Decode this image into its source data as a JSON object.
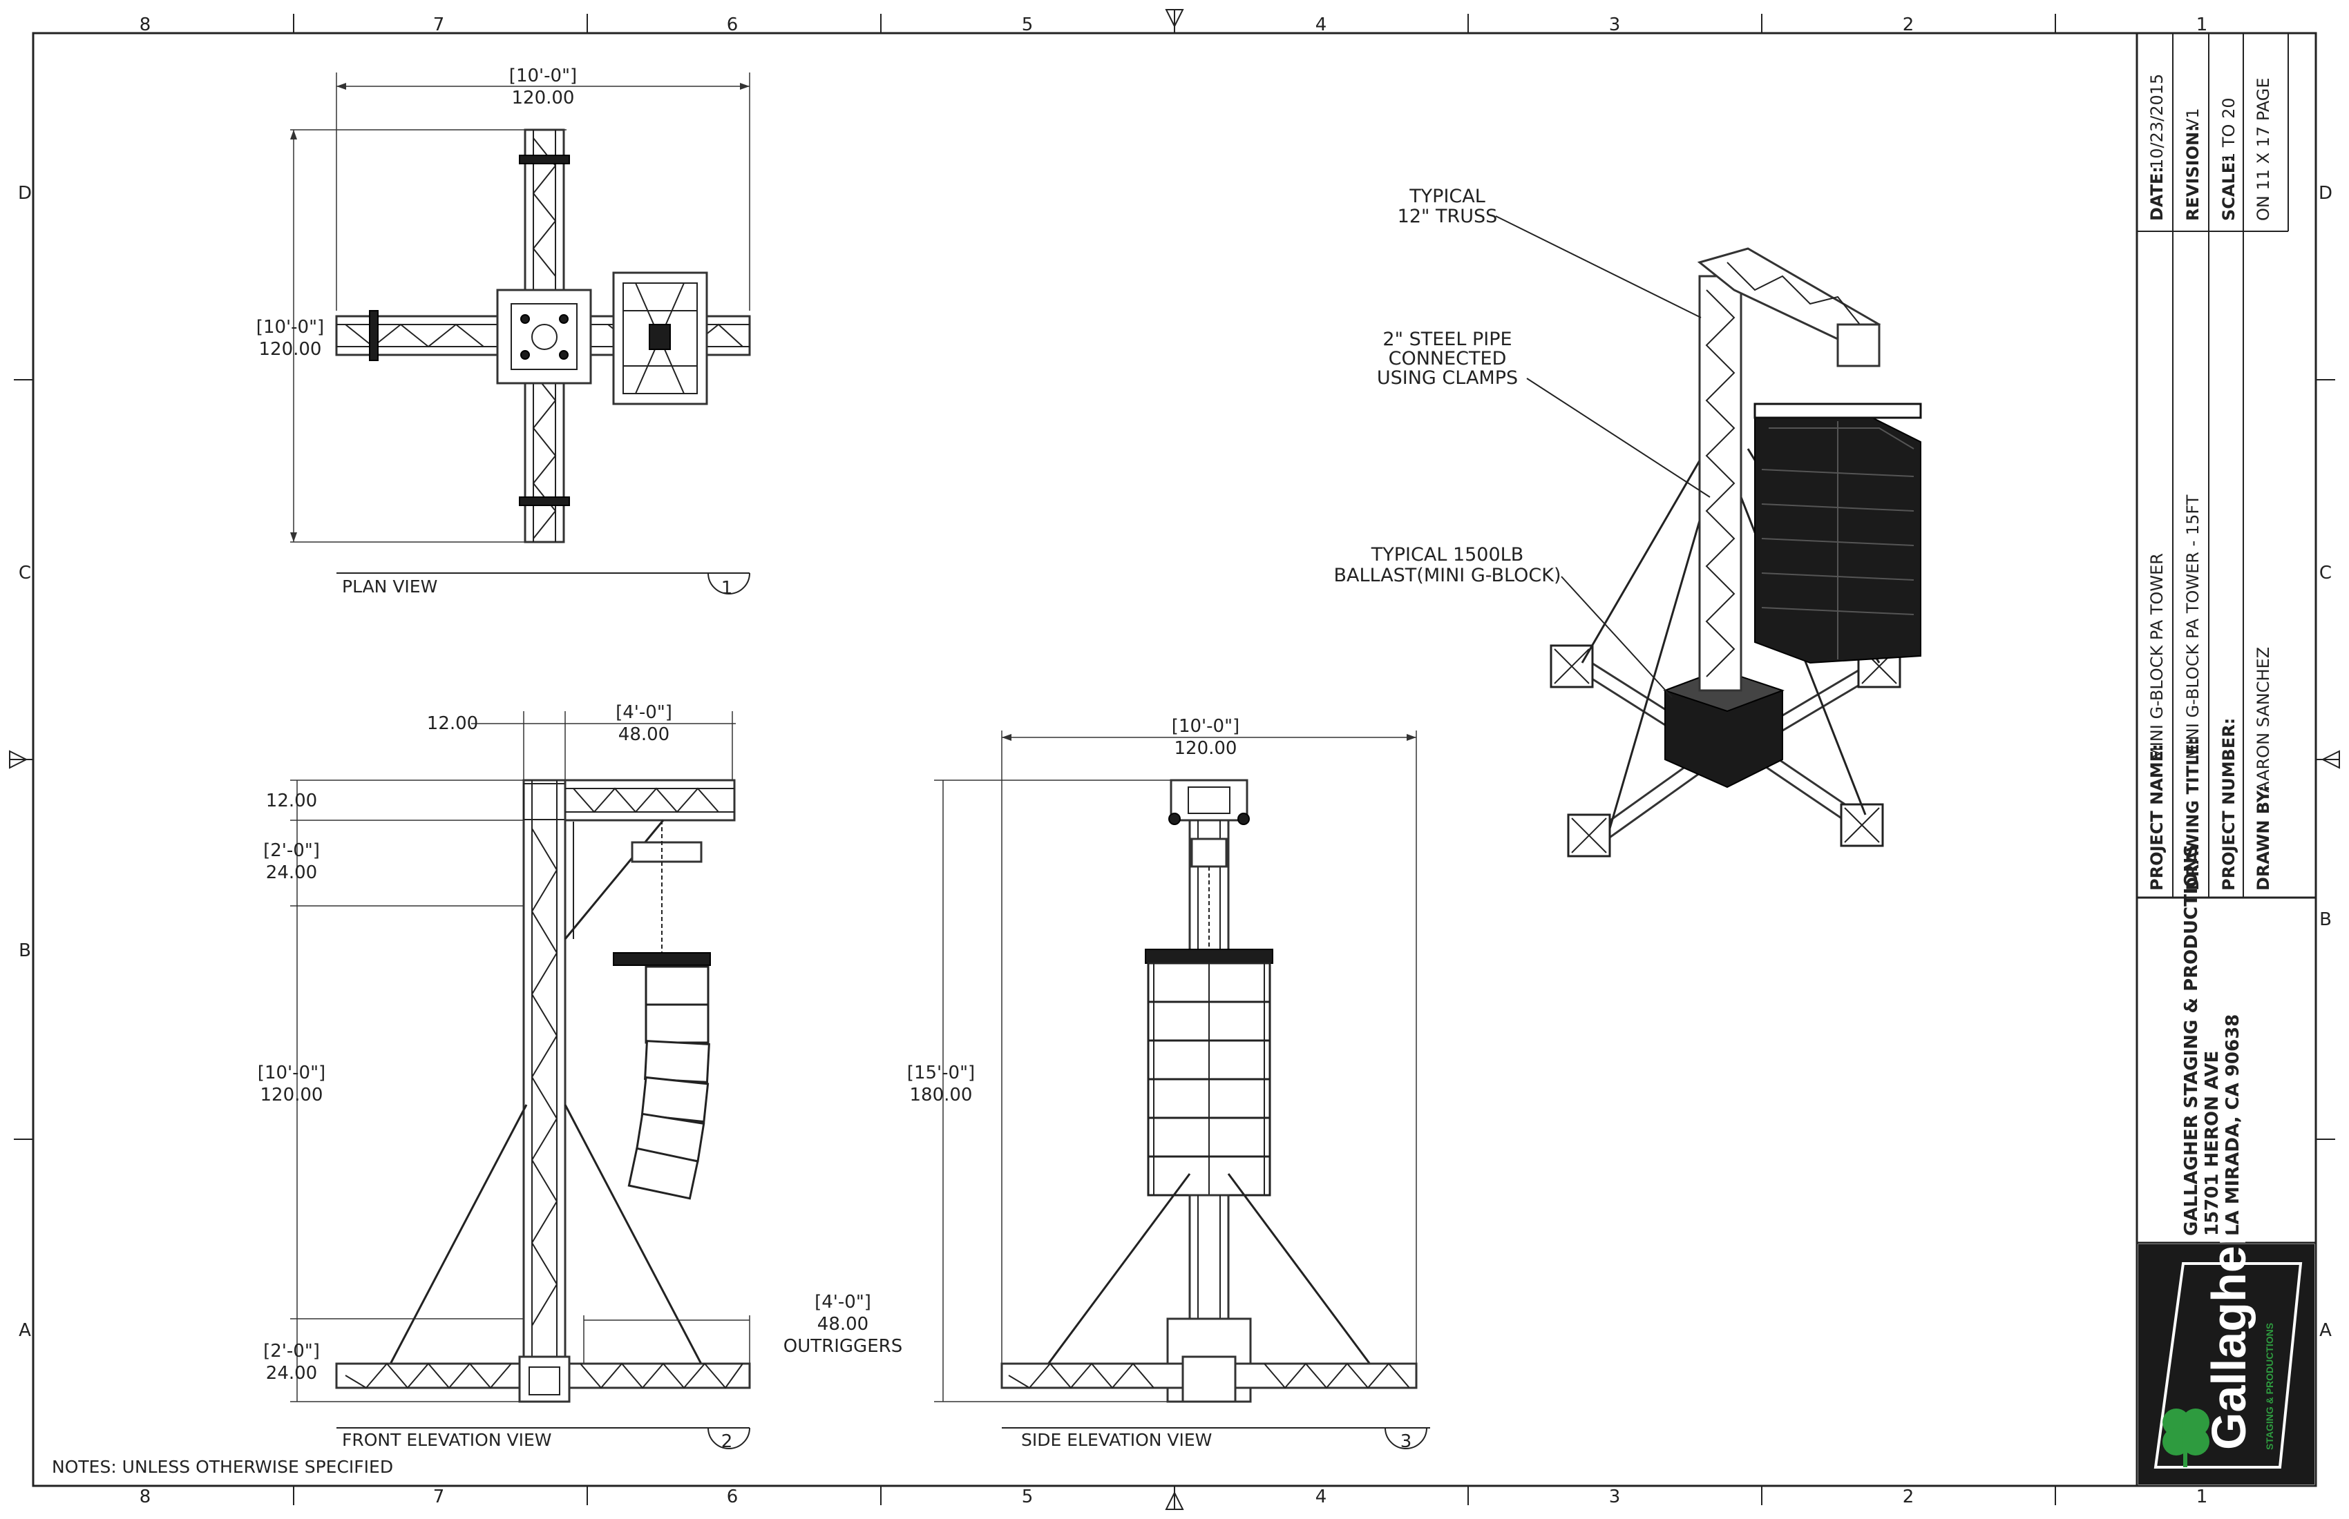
{
  "border": {
    "columns": [
      "8",
      "7",
      "6",
      "5",
      "4",
      "3",
      "2",
      "1"
    ],
    "rows": [
      "D",
      "C",
      "B",
      "A"
    ]
  },
  "plan_view": {
    "label": "PLAN VIEW",
    "number": "1",
    "dim_top_ft": "[10'-0\"]",
    "dim_top_in": "120.00",
    "dim_left_ft": "[10'-0\"]",
    "dim_left_in": "120.00"
  },
  "front_view": {
    "label": "FRONT ELEVATION VIEW",
    "number": "2",
    "dim_offset": "12.00",
    "dim_arm_ft": "[4'-0\"]",
    "dim_arm_in": "48.00",
    "dim_top": "12.00",
    "dim_upper_ft": "[2'-0\"]",
    "dim_upper_in": "24.00",
    "dim_mid_ft": "[10'-0\"]",
    "dim_mid_in": "120.00",
    "dim_base_ft": "[2'-0\"]",
    "dim_base_in": "24.00",
    "dim_out_ft": "[4'-0\"]",
    "dim_out_in": "48.00",
    "dim_out_label": "OUTRIGGERS"
  },
  "side_view": {
    "label": "SIDE ELEVATION VIEW",
    "number": "3",
    "dim_top_ft": "[10'-0\"]",
    "dim_top_in": "120.00",
    "dim_height_ft": "[15'-0\"]",
    "dim_height_in": "180.00"
  },
  "iso_callouts": {
    "truss_1": "TYPICAL",
    "truss_2": "12\" TRUSS",
    "pipe_1": "2\" STEEL PIPE",
    "pipe_2": "CONNECTED",
    "pipe_3": "USING CLAMPS",
    "ballast_1": "TYPICAL 1500LB",
    "ballast_2": "BALLAST(MINI G-BLOCK)"
  },
  "notes": "NOTES: UNLESS OTHERWISE SPECIFIED",
  "title_block": {
    "date_label": "DATE:",
    "date_value": "10/23/2015",
    "revision_label": "REVISION:",
    "revision_value": "V1",
    "scale_label": "SCALE:",
    "scale_value": "1 TO 20",
    "scale_page": "ON 11 X 17 PAGE",
    "project_name_label": "PROJECT NAME:",
    "project_name_value": "MINI G-BLOCK PA TOWER",
    "drawing_title_label": "DRAWING TITLE:",
    "drawing_title_value": "MINI G-BLOCK PA TOWER - 15FT",
    "project_number_label": "PROJECT NUMBER:",
    "drawn_by_label": "DRAWN BY:",
    "drawn_by_value": "AARON SANCHEZ",
    "company": "GALLAGHER STAGING & PRODUCTIONS",
    "address": "15701 HERON AVE",
    "city": "LA MIRADA, CA 90638",
    "logo_text": "Gallagher",
    "logo_sub": "STAGING & PRODUCTIONS"
  },
  "colors": {
    "logo_bg": "#1a1a1a",
    "logo_green": "#2e9b3f"
  }
}
